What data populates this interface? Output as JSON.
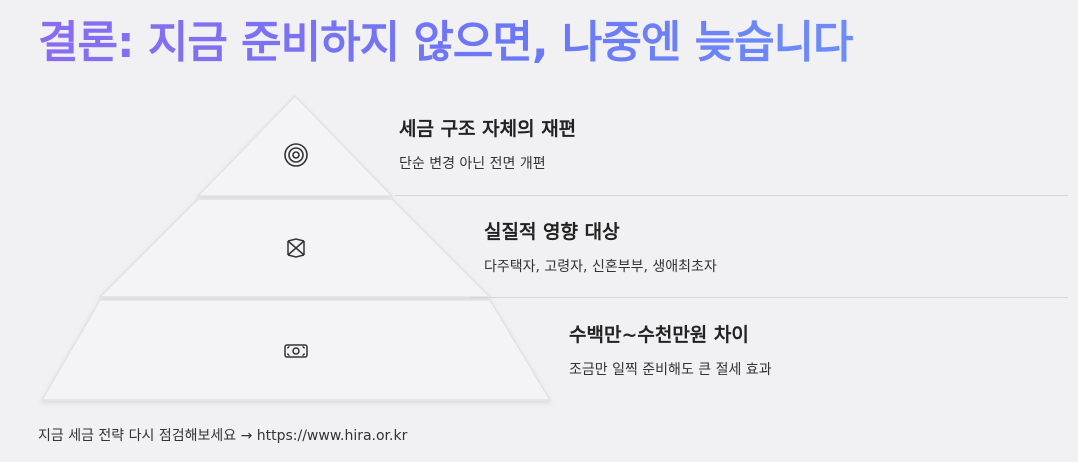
{
  "title": "결론: 지금 준비하지 않으면, 나중엔 늦습니다",
  "tiers": [
    {
      "icon": "target-icon",
      "title": "세금 구조 자체의 재편",
      "description": "단순 변경 아닌 전면 개편"
    },
    {
      "icon": "envelope-icon",
      "title": "실질적 영향 대상",
      "description": "다주택자, 고령자, 신혼부부, 생애최초자"
    },
    {
      "icon": "money-icon",
      "title": "수백만~수천만원 차이",
      "description": "조금만 일찍 준비해도 큰 절세 효과"
    }
  ],
  "footer": "지금 세금 전략 다시 점검해보세요 → https://www.hira.or.kr",
  "colors": {
    "title_gradient_start": "#8a6cf0",
    "title_gradient_end": "#6e8cf8",
    "background": "#f1f1f3"
  }
}
